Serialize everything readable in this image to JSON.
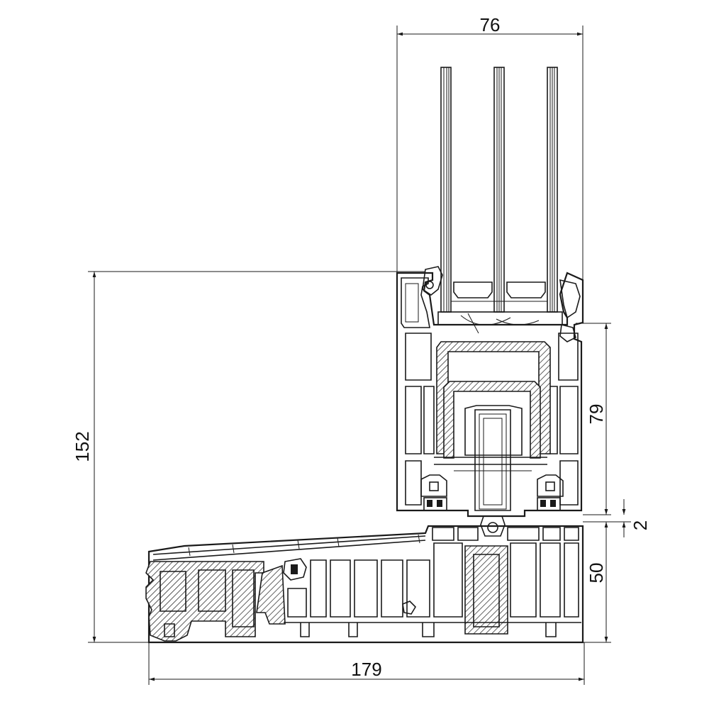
{
  "drawing": {
    "dimensions": {
      "top_width": "76",
      "total_height": "152",
      "sash_height": "79",
      "gap": "2",
      "sill_height": "50",
      "total_width": "179"
    }
  }
}
